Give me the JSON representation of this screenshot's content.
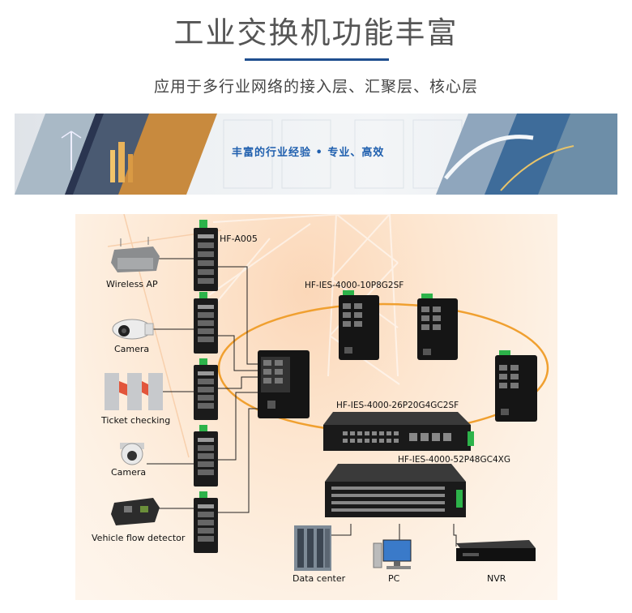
{
  "header": {
    "title": "工业交换机功能丰富",
    "subtitle": "应用于多行业网络的接入层、汇聚层、核心层"
  },
  "banner": {
    "tagline_part1": "丰富的行业经验",
    "tagline_dot": "•",
    "tagline_part2": "专业、高效"
  },
  "diagram": {
    "access_switch_model": "HF-A005",
    "ring_switch_model": "HF-IES-4000-10P8G2SF",
    "aggregation_switch_model": "HF-IES-4000-26P20G4GC2SF",
    "core_switch_model": "HF-IES-4000-52P48GC4XG",
    "devices": [
      "Wireless  AP",
      "Camera",
      "Ticket checking",
      "Camera",
      "Vehicle flow detector"
    ],
    "endpoints": [
      "Data center",
      "PC",
      "NVR"
    ]
  },
  "colors": {
    "accent_blue": "#1f4f8f",
    "ring_orange": "#f0a030",
    "switch_port_green": "#2db34a"
  }
}
